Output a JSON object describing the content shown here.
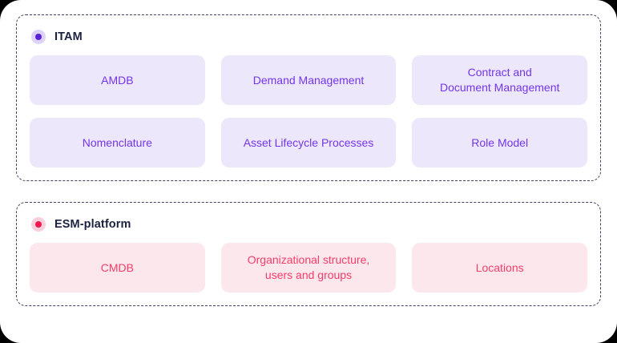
{
  "groups": [
    {
      "name": "itam",
      "title": "ITAM",
      "badge_icon": "status-dot-icon",
      "badge_color": "#5b21d6",
      "card_bg": "#ece7fa",
      "card_text_color": "#7335ec",
      "rows": [
        [
          {
            "label": "AMDB"
          },
          {
            "label": "Demand Management"
          },
          {
            "label": "Contract and\nDocument Management"
          }
        ],
        [
          {
            "label": "Nomenclature"
          },
          {
            "label": "Asset Lifecycle Processes"
          },
          {
            "label": "Role Model"
          }
        ]
      ]
    },
    {
      "name": "esm-platform",
      "title": "ESM-platform",
      "badge_icon": "status-dot-icon",
      "badge_color": "#f2184f",
      "card_bg": "#fce7ed",
      "card_text_color": "#f43d68",
      "rows": [
        [
          {
            "label": "CMDB"
          },
          {
            "label": "Organizational structure,\nusers and groups"
          },
          {
            "label": "Locations"
          }
        ]
      ]
    }
  ]
}
